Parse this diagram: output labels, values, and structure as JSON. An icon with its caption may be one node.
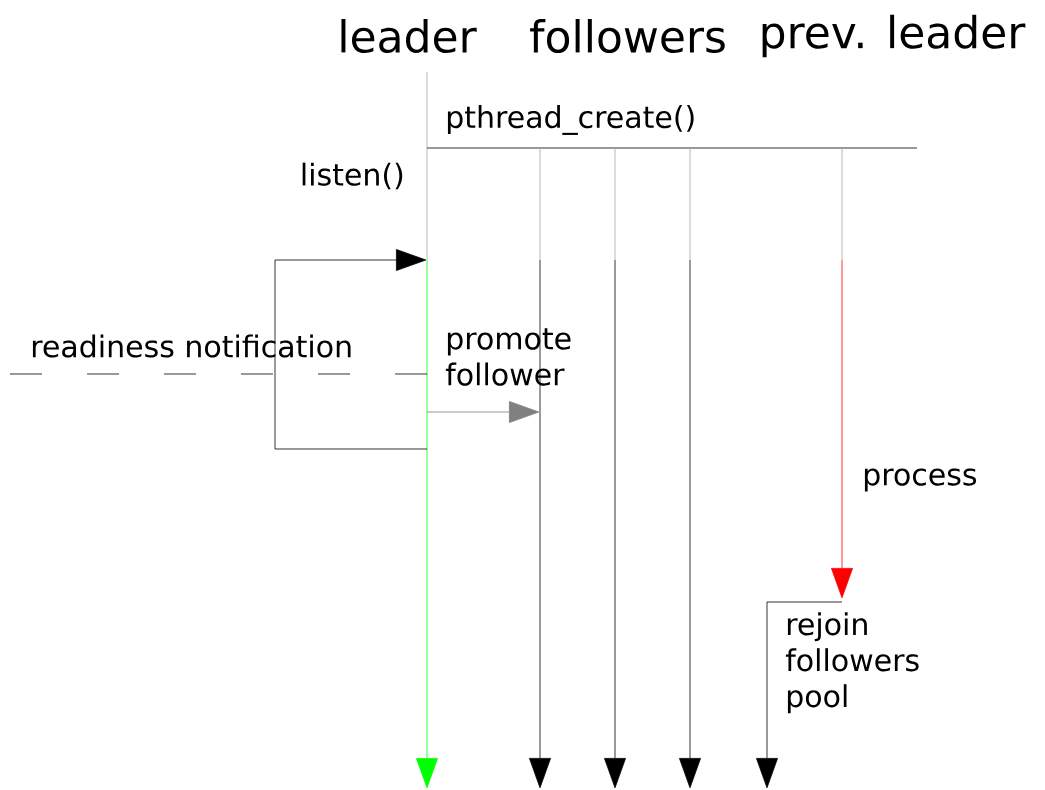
{
  "diagram": {
    "labels": [
      "leader",
      "followers",
      "prev. leader",
      "pthread_create()",
      "listen()",
      "readiness notification",
      "promote follower",
      "process",
      "rejoin followers pool"
    ]
  }
}
